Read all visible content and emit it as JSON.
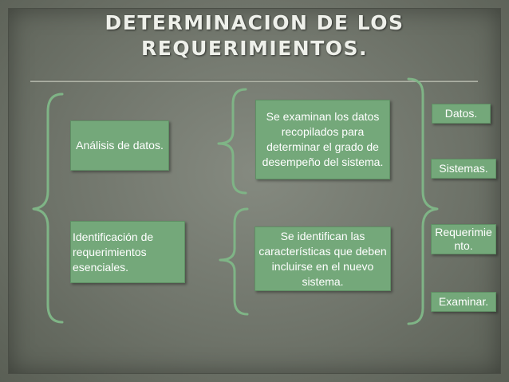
{
  "title_line1": "DETERMINACION DE LOS",
  "title_line2": "REQUERIMIENTOS.",
  "left_boxes": [
    {
      "text": "Análisis de datos."
    },
    {
      "text": "Identificación de requerimientos esenciales."
    }
  ],
  "middle_boxes": [
    {
      "text": "Se examinan los datos recopilados para determinar el grado de desempeño del sistema."
    },
    {
      "text": "Se identifican las características que deben incluirse en el nuevo sistema."
    }
  ],
  "right_labels": [
    "Datos.",
    "Sistemas.",
    "Requerimiento.",
    "Examinar."
  ],
  "colors": {
    "box": "#74a87a",
    "brace": "#7fb486",
    "background": "#777c72",
    "title": "#eef0ea"
  }
}
